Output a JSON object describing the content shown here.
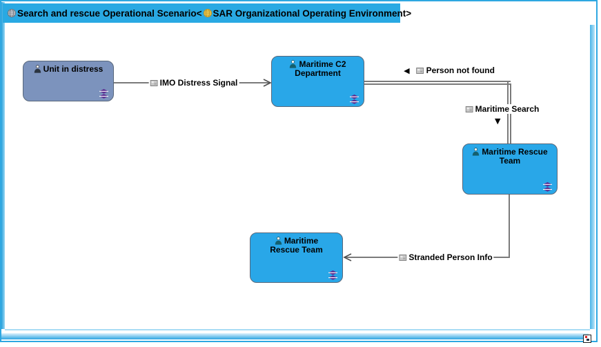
{
  "window": {
    "title_prefix": "Search and rescue Operational Scenario<",
    "title_suffix": "SAR Organizational Operating Environment>"
  },
  "nodes": {
    "unit": {
      "label": "Unit in distress"
    },
    "c2": {
      "label": "Maritime C2 Department"
    },
    "rescue_right": {
      "label": "Maritime Rescue Team"
    },
    "rescue_bottom": {
      "label": "Maritime Rescue Team"
    }
  },
  "connectors": {
    "imo": {
      "label": "IMO Distress Signal"
    },
    "person_not_found": {
      "label": "Person not found"
    },
    "maritime_search": {
      "label": "Maritime Search"
    },
    "stranded": {
      "label": "Stranded Person Info"
    }
  },
  "icons": {
    "direction_left": "◀",
    "direction_down": "▼",
    "globe_gray": "globe-icon",
    "globe_yellow": "globe-icon-yellow",
    "person": "person-icon",
    "stereotype_diamonds": "diamonds-icon",
    "information_flow": "flow-item-icon"
  },
  "colors": {
    "node_blue": "#29A7E8",
    "node_gray_blue": "#7C93BD",
    "title_bar_blue": "#29A9E3",
    "accent_purple": "#5C2D91",
    "frame_blue": "#2EA7E1",
    "line_gray": "#7A7A7A"
  }
}
